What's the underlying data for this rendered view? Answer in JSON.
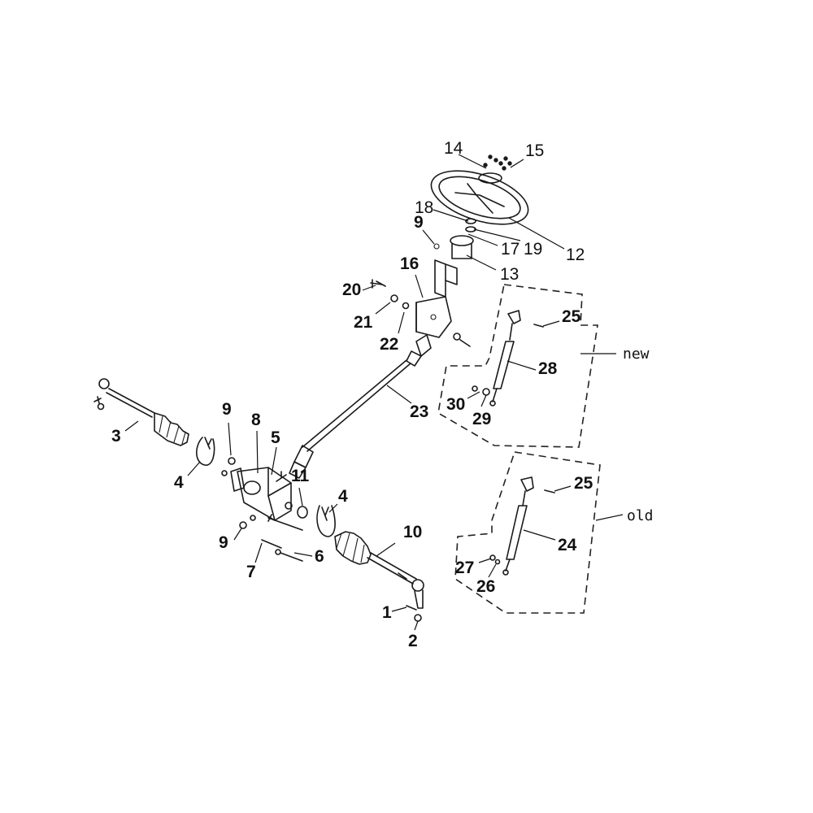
{
  "diagram": {
    "callouts": [
      {
        "id": "c1",
        "text": "1"
      },
      {
        "id": "c2",
        "text": "2"
      },
      {
        "id": "c3",
        "text": "3"
      },
      {
        "id": "c4a",
        "text": "4"
      },
      {
        "id": "c4b",
        "text": "4"
      },
      {
        "id": "c5",
        "text": "5"
      },
      {
        "id": "c6",
        "text": "6"
      },
      {
        "id": "c7",
        "text": "7"
      },
      {
        "id": "c8",
        "text": "8"
      },
      {
        "id": "c9a",
        "text": "9"
      },
      {
        "id": "c9b",
        "text": "9"
      },
      {
        "id": "c9c",
        "text": "9"
      },
      {
        "id": "c10",
        "text": "10"
      },
      {
        "id": "c11",
        "text": "11"
      },
      {
        "id": "c12",
        "text": "12"
      },
      {
        "id": "c13",
        "text": "13"
      },
      {
        "id": "c14",
        "text": "14"
      },
      {
        "id": "c15",
        "text": "15"
      },
      {
        "id": "c16",
        "text": "16"
      },
      {
        "id": "c17",
        "text": "17"
      },
      {
        "id": "c18",
        "text": "18"
      },
      {
        "id": "c19",
        "text": "19"
      },
      {
        "id": "c20",
        "text": "20"
      },
      {
        "id": "c21",
        "text": "21"
      },
      {
        "id": "c22",
        "text": "22"
      },
      {
        "id": "c23",
        "text": "23"
      },
      {
        "id": "c24",
        "text": "24"
      },
      {
        "id": "c25a",
        "text": "25"
      },
      {
        "id": "c25b",
        "text": "25"
      },
      {
        "id": "c26",
        "text": "26"
      },
      {
        "id": "c27",
        "text": "27"
      },
      {
        "id": "c28",
        "text": "28"
      },
      {
        "id": "c29",
        "text": "29"
      },
      {
        "id": "c30",
        "text": "30"
      }
    ],
    "groups": {
      "new": "new",
      "old": "old"
    }
  }
}
